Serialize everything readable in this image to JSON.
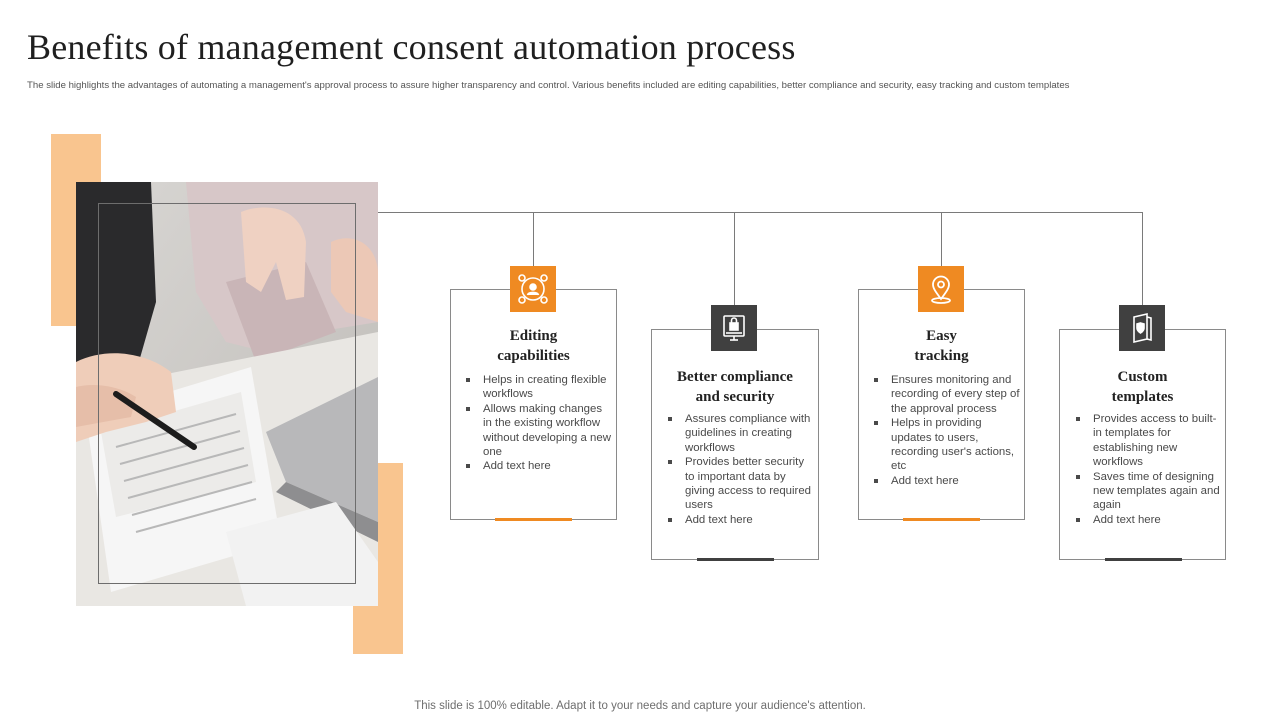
{
  "title": "Benefits of management consent automation process",
  "subtitle": "The slide highlights the advantages of automating a management's approval process to assure higher transparency and control. Various benefits included are editing capabilities, better compliance and security, easy tracking and custom templates",
  "colors": {
    "accent_orange": "#ef8a22",
    "accent_dark": "#404040",
    "deco_peach": "#f9c58f"
  },
  "image": {
    "description_icon": "people-reviewing-documents-photo"
  },
  "cards": [
    {
      "title_line1": "Editing",
      "title_line2": "capabilities",
      "icon": "network-people-icon",
      "bullets": [
        "Helps in creating flexible workflows",
        "Allows making changes in the existing workflow without developing a new one",
        "Add text here"
      ]
    },
    {
      "title_line1": "Better compliance",
      "title_line2": "and security",
      "icon": "secure-monitor-lock-icon",
      "bullets": [
        "Assures compliance with guidelines in creating workflows",
        "Provides better security to important data by giving access to required users",
        "Add text here"
      ]
    },
    {
      "title_line1": "Easy",
      "title_line2": "tracking",
      "icon": "location-pin-icon",
      "bullets": [
        "Ensures monitoring and recording of every step of the approval process",
        "Helps in providing updates to users, recording user's actions, etc",
        "Add text here"
      ]
    },
    {
      "title_line1": "Custom",
      "title_line2": "templates",
      "icon": "document-shield-icon",
      "bullets": [
        "Provides access to built-in templates for establishing new workflows",
        "Saves time of designing new templates again and again",
        "Add text here"
      ]
    }
  ],
  "footer": "This slide is 100% editable. Adapt it to your needs and capture your audience's attention."
}
